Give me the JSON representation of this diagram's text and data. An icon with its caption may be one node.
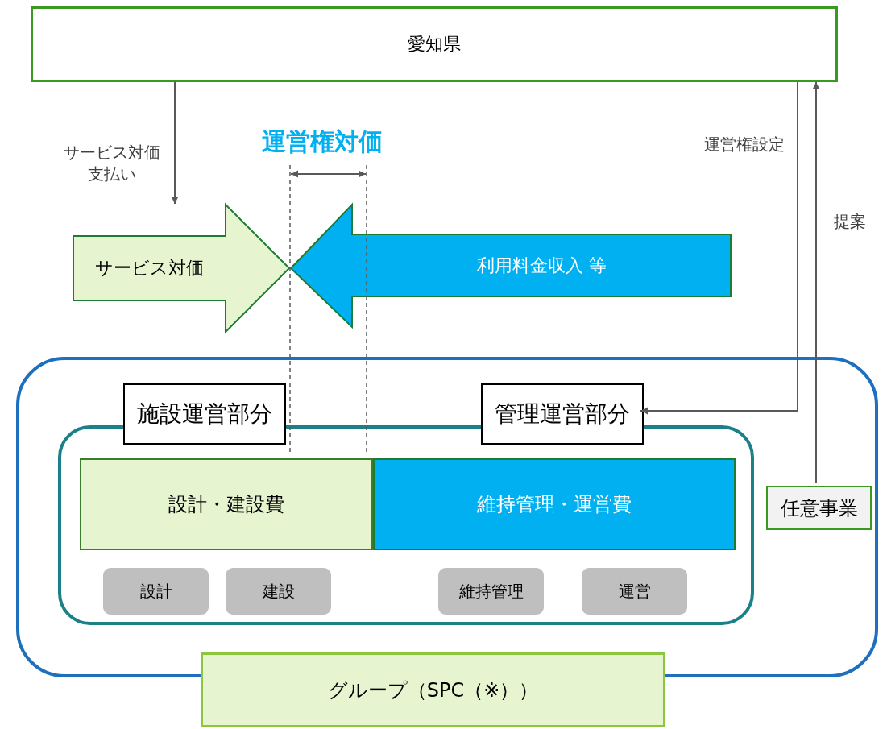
{
  "diagram": {
    "nodes": [
      {
        "text": [
          "愛知県"
        ]
      },
      {
        "text": [
          "サービス対価"
        ]
      },
      {
        "text": [
          "利用料金収入 等"
        ]
      },
      {
        "text": [
          "グループ（SPC（※））"
        ]
      },
      {
        "text": [],
        "shape": "box",
        "in": 3
      },
      {
        "text": [
          "施設運営部分"
        ],
        "in": 3
      },
      {
        "text": [
          "管理運営部分"
        ],
        "in": 3
      },
      {
        "text": [
          "設計・建設費"
        ],
        "in": 4
      },
      {
        "text": [
          "維持管理・運営費"
        ],
        "in": 4
      },
      {
        "text": [
          "設計"
        ],
        "in": 4
      },
      {
        "text": [
          "建設"
        ],
        "in": 4
      },
      {
        "text": [
          "維持管理"
        ],
        "in": 4
      },
      {
        "text": [
          "運営"
        ],
        "in": 4
      },
      {
        "text": [
          "任意事業"
        ],
        "in": 3
      }
    ],
    "edges": [
      {
        "from": 0,
        "to": 1,
        "arrow": "to",
        "label": "サービス対価支払い"
      },
      {
        "from": 0,
        "to": 6,
        "arrow": "to",
        "label": "運営権設定"
      },
      {
        "from": 13,
        "to": 0,
        "arrow": "to",
        "label": "提案"
      }
    ],
    "labels": [
      "運営権対価"
    ]
  }
}
